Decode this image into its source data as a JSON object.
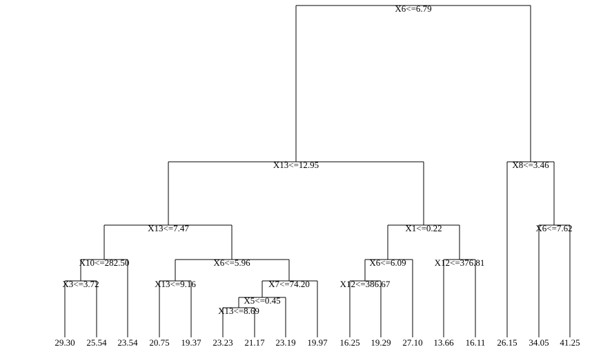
{
  "tree": {
    "id": "root",
    "label": "X6<=6.79",
    "children": [
      {
        "id": "n1",
        "label": "X13<=12.95",
        "children": [
          {
            "id": "n2",
            "label": "X13<=7.47",
            "children": [
              {
                "id": "n3",
                "label": "X10<=282.50",
                "children": [
                  {
                    "id": "n4",
                    "label": "X3<=3.72",
                    "children": [
                      {
                        "id": "l1",
                        "label": "29.30"
                      },
                      {
                        "id": "l2",
                        "label": "25.54"
                      }
                    ]
                  },
                  {
                    "id": "l3",
                    "label": "23.54"
                  }
                ]
              },
              {
                "id": "n5",
                "label": "X6<=5.96",
                "children": [
                  {
                    "id": "n6",
                    "label": "X13<=9.16",
                    "children": [
                      {
                        "id": "l4",
                        "label": "20.75"
                      },
                      {
                        "id": "l5",
                        "label": "19.37"
                      }
                    ]
                  },
                  {
                    "id": "n7",
                    "label": "X7<=74.20",
                    "children": [
                      {
                        "id": "n8",
                        "label": "X5<=0.45",
                        "children": [
                          {
                            "id": "n9",
                            "label": "X13<=8.69",
                            "children": [
                              {
                                "id": "l6",
                                "label": "23.23"
                              },
                              {
                                "id": "l7",
                                "label": "21.17"
                              }
                            ]
                          },
                          {
                            "id": "l8",
                            "label": "23.19"
                          }
                        ]
                      },
                      {
                        "id": "l9",
                        "label": "19.97"
                      }
                    ]
                  }
                ]
              }
            ]
          },
          {
            "id": "n10",
            "label": "X1<=0.22",
            "children": [
              {
                "id": "n11",
                "label": "X6<=6.09",
                "children": [
                  {
                    "id": "n12",
                    "label": "X12<=386.67",
                    "children": [
                      {
                        "id": "l10",
                        "label": "16.25"
                      },
                      {
                        "id": "l11",
                        "label": "19.29"
                      }
                    ]
                  },
                  {
                    "id": "l12",
                    "label": "27.10"
                  }
                ]
              },
              {
                "id": "n13",
                "label": "X12<=376.81",
                "children": [
                  {
                    "id": "l13",
                    "label": "13.66"
                  },
                  {
                    "id": "l14",
                    "label": "16.11"
                  }
                ]
              }
            ]
          }
        ]
      },
      {
        "id": "n14",
        "label": "X8<=3.46",
        "children": [
          {
            "id": "l15",
            "label": "26.15"
          },
          {
            "id": "n15",
            "label": "X6<=7.62",
            "children": [
              {
                "id": "l16",
                "label": "34.05"
              },
              {
                "id": "l17",
                "label": "41.25"
              }
            ]
          }
        ]
      }
    ]
  }
}
